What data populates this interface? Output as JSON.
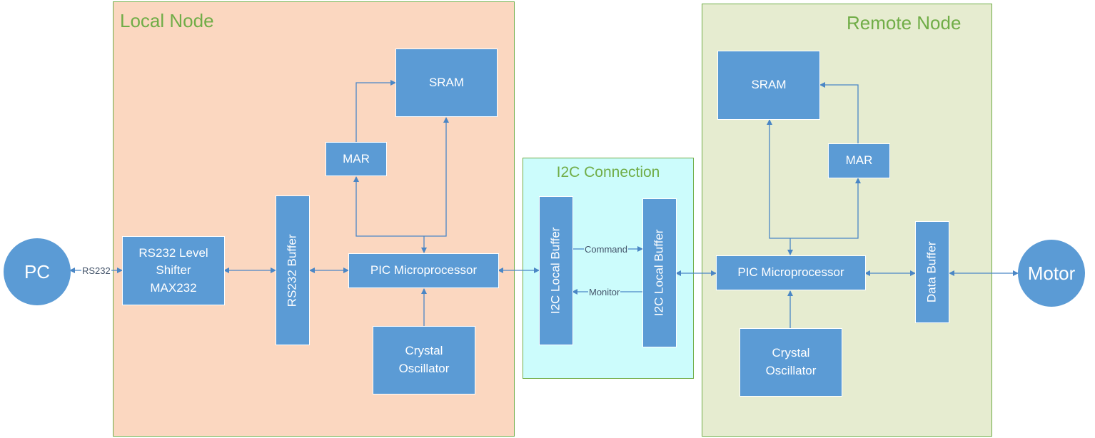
{
  "regions": {
    "local_node": {
      "title": "Local Node",
      "fill": "#fbd7c0",
      "border": "#70ad47"
    },
    "i2c_connection": {
      "title": "I2C Connection",
      "fill": "#ccfcfc",
      "border": "#70ad47"
    },
    "remote_node": {
      "title": "Remote Node",
      "fill": "#e6ecd0",
      "border": "#70ad47"
    }
  },
  "endpoints": {
    "pc": "PC",
    "motor": "Motor"
  },
  "local": {
    "sram": "SRAM",
    "mar": "MAR",
    "rs232_shifter": [
      "RS232 Level",
      "Shifter",
      "MAX232"
    ],
    "rs232_buffer": "RS232 Buffer",
    "pic": "PIC Microprocessor",
    "crystal": [
      "Crystal",
      "Oscillator"
    ]
  },
  "i2c": {
    "left_buffer": "I2C Local Buffer",
    "right_buffer": "I2C Local Buffer",
    "command_label": "Command",
    "monitor_label": "Monitor"
  },
  "remote": {
    "sram": "SRAM",
    "mar": "MAR",
    "pic": "PIC Microprocessor",
    "data_buffer": "Data Buffer",
    "crystal": [
      "Crystal",
      "Oscillator"
    ]
  },
  "links": {
    "rs232_label": "RS232"
  },
  "colors": {
    "block": "#5b9bd5",
    "wire": "#4a86c5",
    "title": "#70ad47"
  }
}
